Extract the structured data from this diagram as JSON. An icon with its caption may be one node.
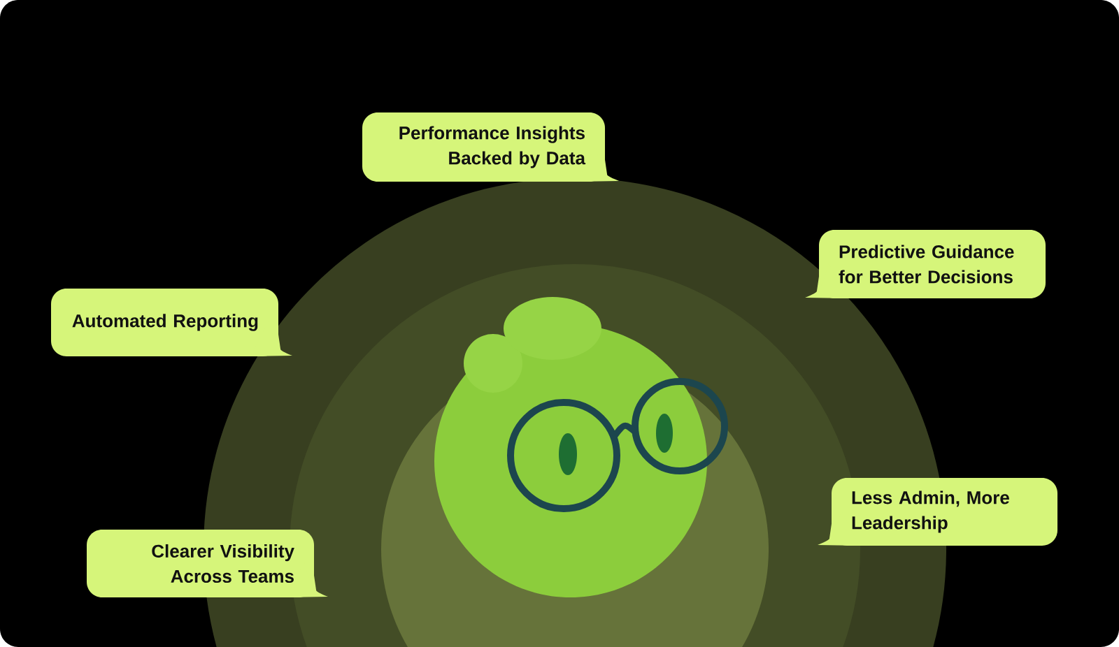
{
  "diagram": {
    "nodes": [
      {
        "text": [
          "Performance Insights Backed by Data"
        ]
      },
      {
        "text": [
          "Predictive Guidance for Better Decisions"
        ]
      },
      {
        "text": [
          "Automated Reporting"
        ]
      },
      {
        "text": [
          "Less Admin, More Leadership"
        ]
      },
      {
        "text": [
          "Clearer Visibility Across Teams"
        ]
      }
    ]
  }
}
